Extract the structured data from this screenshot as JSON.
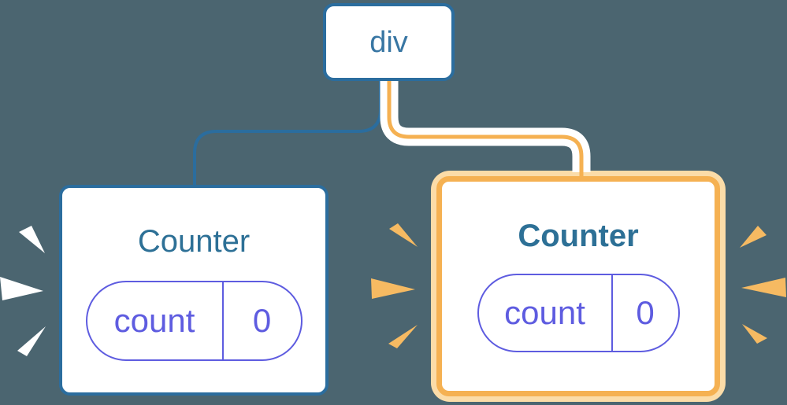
{
  "palette": {
    "background": "#4B6570",
    "node_fill": "#FFFFFF",
    "tree_blue": "#2B6D9E",
    "label_blue": "#3876A3",
    "title_blue": "#2D7096",
    "state_indigo": "#5E5CE0",
    "highlight_orange": "#F5B152",
    "highlight_orange_light": "#FBDCA8",
    "edge_casing": "#FFFFFF",
    "burst_white": "#FFFFFF",
    "burst_orange": "#F6BA62"
  },
  "tree": {
    "root": {
      "label": "div"
    },
    "children": [
      {
        "title": "Counter",
        "highlighted": false,
        "state": {
          "key": "count",
          "value": "0"
        }
      },
      {
        "title": "Counter",
        "highlighted": true,
        "state": {
          "key": "count",
          "value": "0"
        }
      }
    ]
  }
}
